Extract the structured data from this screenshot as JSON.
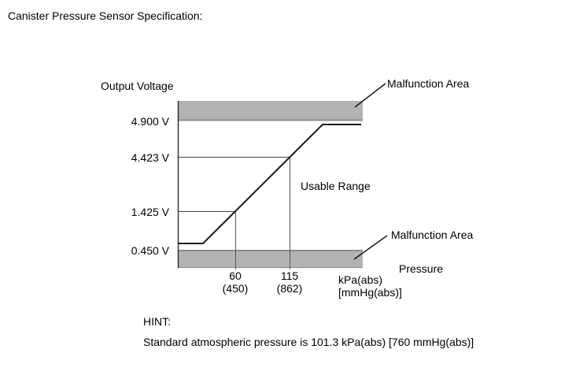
{
  "page_title": "Canister Pressure Sensor Specification:",
  "chart": {
    "y_axis_title": "Output Voltage",
    "x_axis_title": "Pressure",
    "x_axis_units": [
      "kPa(abs)",
      "[mmHg(abs)]"
    ],
    "y_ticks": [
      "4.900 V",
      "4.423 V",
      "1.425 V",
      "0.450 V"
    ],
    "x_ticks": [
      {
        "kpa": "60",
        "mmhg": "(450)"
      },
      {
        "kpa": "115",
        "mmhg": "(862)"
      }
    ],
    "labels": {
      "malfunction_top": "Malfunction Area",
      "malfunction_bottom": "Malfunction Area",
      "usable_range": "Usable Range"
    }
  },
  "hint": {
    "heading": "HINT:",
    "text": "Standard atmospheric pressure is 101.3 kPa(abs) [760 mmHg(abs)]"
  },
  "colors": {
    "background": "#ffffff",
    "malfunction_band_fill": "#b3b3b3",
    "malfunction_band_edge": "#8c8c8c",
    "curve_line": "#1a1a1a",
    "text": "#000000"
  },
  "chart_data": {
    "type": "line",
    "title": "Canister Pressure Sensor Specification",
    "xlabel": "Pressure kPa(abs) [mmHg(abs)]",
    "ylabel": "Output Voltage (V)",
    "axis_note": "schematic axes, not drawn to scale",
    "grid": false,
    "y_tick_values_v": [
      4.9,
      4.423,
      1.425,
      0.45
    ],
    "x_tick_values": [
      {
        "pressure_kpa_abs": 60,
        "pressure_mmhg_abs": 450
      },
      {
        "pressure_kpa_abs": 115,
        "pressure_mmhg_abs": 862
      }
    ],
    "series": [
      {
        "name": "sensor output characteristic",
        "shape": [
          {
            "segment": "low plateau",
            "voltage": "slightly above 0.450 V at low pressure"
          },
          {
            "point": {
              "pressure_kpa_abs": 60,
              "pressure_mmhg_abs": 450,
              "voltage_v": 1.425
            }
          },
          {
            "point": {
              "pressure_kpa_abs": 115,
              "pressure_mmhg_abs": 862,
              "voltage_v": 4.423
            }
          },
          {
            "segment": "high plateau",
            "voltage": "slightly below 4.900 V at high pressure"
          }
        ]
      }
    ],
    "regions": [
      {
        "label": "Malfunction Area",
        "condition": "output voltage above 4.900 V"
      },
      {
        "label": "Usable Range",
        "condition": "output voltage between 0.450 V and 4.900 V"
      },
      {
        "label": "Malfunction Area",
        "condition": "output voltage below 0.450 V"
      }
    ]
  }
}
